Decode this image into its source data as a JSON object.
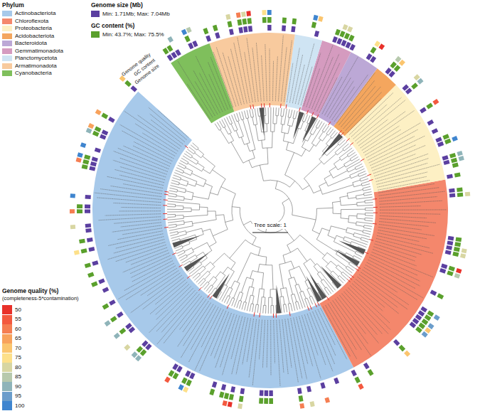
{
  "diagram": {
    "labels": [
      "Phylum",
      "Genome size (Mb)",
      "GC content (%)",
      "Genome quality (%)",
      "(completeness-5*contamination)",
      "Tree scale: 1",
      "Genome quality",
      "GC content",
      "Genome size"
    ],
    "legend": [
      {
        "text": "Actinobacteriota",
        "color": "#a7c9ea"
      },
      {
        "text": "Chloroflexota",
        "color": "#f4876c"
      },
      {
        "text": "Proteobacteria",
        "color": "#fdf0c4"
      },
      {
        "text": "Acidobacteriota",
        "color": "#f4a65e"
      },
      {
        "text": "Bacteroidota",
        "color": "#bca8d6"
      },
      {
        "text": "Gemmatimonadota",
        "color": "#d59bbf"
      },
      {
        "text": "Planctomycetota",
        "color": "#cfe4f3"
      },
      {
        "text": "Armatimonadota",
        "color": "#f8ca9e"
      },
      {
        "text": "Cyanobacteria",
        "color": "#7fbf5c"
      },
      {
        "text": "Min: 1.71Mb; Max: 7.04Mb",
        "color": "#5b3fa0"
      },
      {
        "text": "Min: 43.7%; Max: 75.5%",
        "color": "#5aa02c"
      },
      {
        "text": "50",
        "color": "#e8312a"
      },
      {
        "text": "55",
        "color": "#f3593f"
      },
      {
        "text": "60",
        "color": "#f57e52"
      },
      {
        "text": "65",
        "color": "#f8a25c"
      },
      {
        "text": "70",
        "color": "#fbc56e"
      },
      {
        "text": "75",
        "color": "#fde08a"
      },
      {
        "text": "80",
        "color": "#d8d6a2"
      },
      {
        "text": "85",
        "color": "#b7c9ad"
      },
      {
        "text": "90",
        "color": "#8fb4b9"
      },
      {
        "text": "95",
        "color": "#6b9dcb"
      },
      {
        "text": "100",
        "color": "#3f85cf"
      }
    ]
  }
}
